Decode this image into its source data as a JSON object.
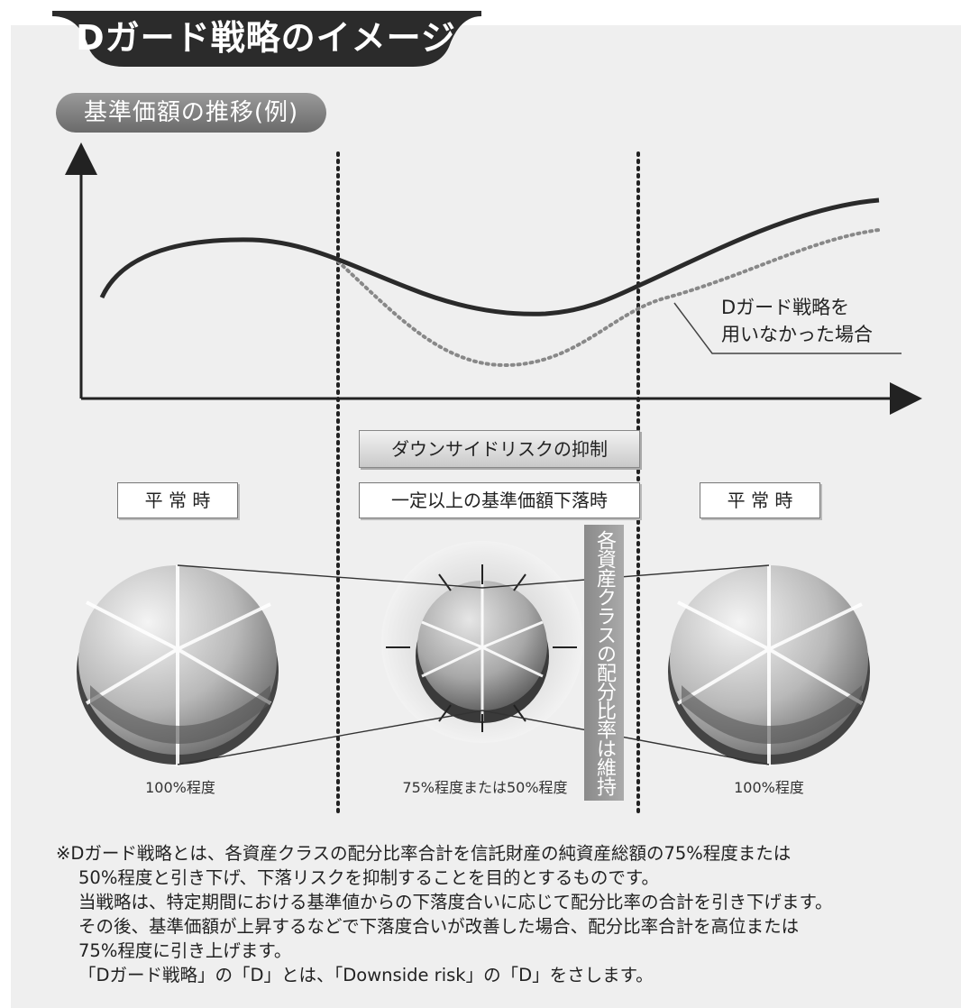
{
  "header": {
    "title": "Dガード戦略のイメージ"
  },
  "chart": {
    "subtitle": "基準価額の推移(例)",
    "dotted_curve_label_line1": "Dガード戦略を",
    "dotted_curve_label_line2": "用いなかった場合"
  },
  "phases": {
    "suppression_label": "ダウンサイドリスクの抑制",
    "left_label": "平 常 時",
    "middle_label": "一定以上の基準価額下落時",
    "right_label": "平 常 時",
    "vertical_label": "各資産クラスの配分比率は維持"
  },
  "allocations": {
    "left_pct": "100%程度",
    "middle_pct": "75%程度または50%程度",
    "right_pct": "100%程度",
    "left_value": 100,
    "middle_value": 75,
    "right_value": 100
  },
  "footnote": {
    "line1": "※Dガード戦略とは、各資産クラスの配分比率合計を信託財産の純資産総額の75%程度または",
    "line2": "50%程度と引き下げ、下落リスクを抑制することを目的とするものです。",
    "line3": "当戦略は、特定期間における基準値からの下落度合いに応じて配分比率の合計を引き下げます。",
    "line4": "その後、基準価額が上昇するなどで下落度合いが改善した場合、配分比率合計を高位または",
    "line5": "75%程度に引き上げます。",
    "line6": "「Dガード戦略」の「D」とは、「Downside risk」の「D」をさします。"
  },
  "colors": {
    "dark": "#333333",
    "panel": "#efefef",
    "accent_gray": "#8a8a8a"
  }
}
